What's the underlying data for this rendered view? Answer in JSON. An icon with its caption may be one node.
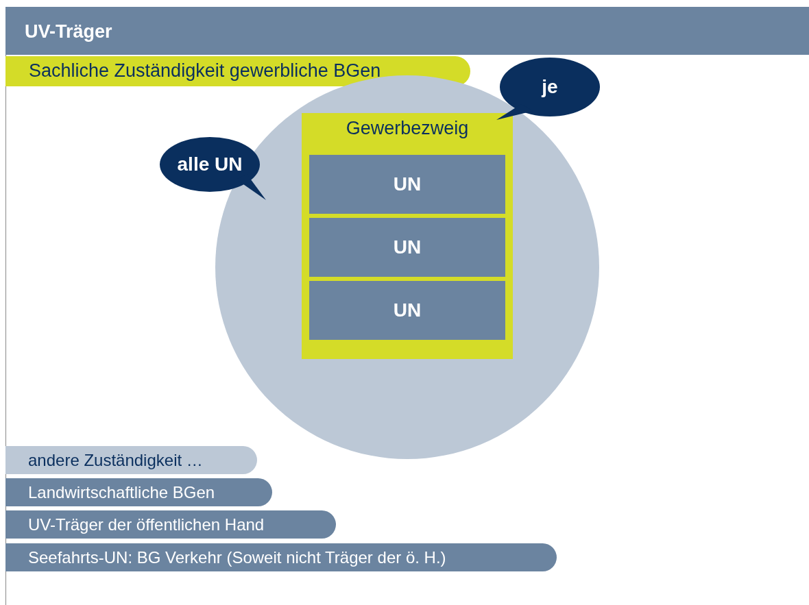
{
  "diagram": {
    "title": "UV-Träger",
    "nodes": [
      {
        "text": [
          "Sachliche Zuständigkeit gewerbliche BGen"
        ]
      },
      {
        "text": [],
        "shape": "circle"
      },
      {
        "text": [
          "alle UN"
        ]
      },
      {
        "text": [
          "je"
        ]
      },
      {
        "text": [
          "Gewerbezweig"
        ],
        "in": 1
      },
      {
        "text": [
          "UN"
        ],
        "in": 4
      },
      {
        "text": [
          "UN"
        ],
        "in": 4
      },
      {
        "text": [
          "UN"
        ],
        "in": 4
      },
      {
        "text": [
          "andere Zuständigkeit …"
        ]
      },
      {
        "text": [
          "Landwirtschaftliche BGen"
        ]
      },
      {
        "text": [
          "UV-Träger der öffentlichen Hand"
        ]
      },
      {
        "text": [
          "Seefahrts-UN: BG Verkehr (Soweit nicht Träger der ö. H.)"
        ]
      }
    ]
  }
}
